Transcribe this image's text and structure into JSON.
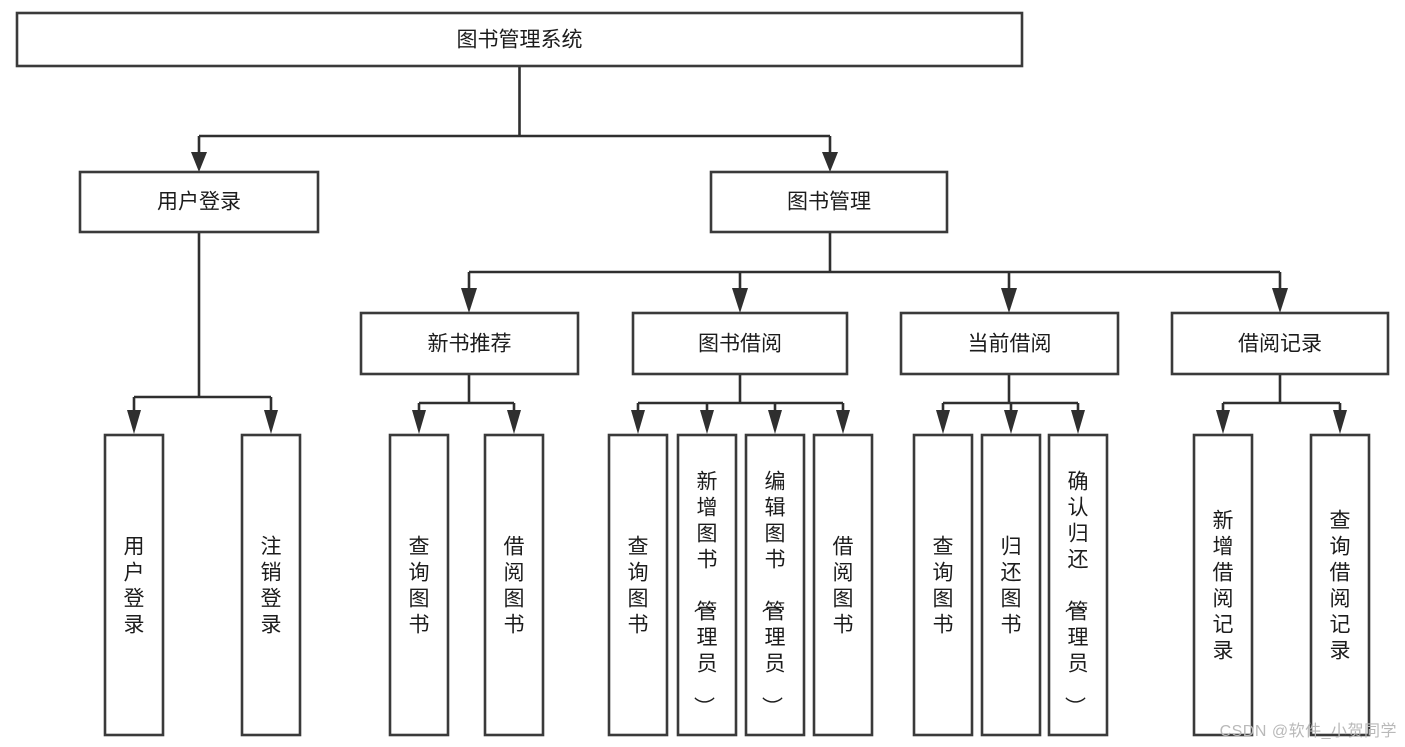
{
  "diagram": {
    "type": "tree-hierarchy-chart",
    "title": "图书管理系统",
    "orientation": "top-down",
    "colors": {
      "background": "#ffffff",
      "box_fill": "#ffffff",
      "box_stroke": "#3a3a3a",
      "connector": "#2f2f2f",
      "text": "#1c1c1c",
      "watermark": "#b9b9b9"
    },
    "levels": [
      {
        "level": 0,
        "nodes": [
          {
            "id": "root",
            "label": "图书管理系统",
            "text_orientation": "horizontal"
          }
        ]
      },
      {
        "level": 1,
        "nodes": [
          {
            "id": "login",
            "label": "用户登录",
            "text_orientation": "horizontal",
            "parent": "root"
          },
          {
            "id": "bookmgmt",
            "label": "图书管理",
            "text_orientation": "horizontal",
            "parent": "root"
          }
        ]
      },
      {
        "level": 2,
        "nodes": [
          {
            "id": "newbook",
            "label": "新书推荐",
            "text_orientation": "horizontal",
            "parent": "bookmgmt"
          },
          {
            "id": "borrow",
            "label": "图书借阅",
            "text_orientation": "horizontal",
            "parent": "bookmgmt"
          },
          {
            "id": "current",
            "label": "当前借阅",
            "text_orientation": "horizontal",
            "parent": "bookmgmt"
          },
          {
            "id": "records",
            "label": "借阅记录",
            "text_orientation": "horizontal",
            "parent": "bookmgmt"
          }
        ]
      },
      {
        "level": 3,
        "nodes": [
          {
            "id": "leaf1",
            "label": "用户登录",
            "text_orientation": "vertical",
            "parent": "login"
          },
          {
            "id": "leaf2",
            "label": "注销登录",
            "text_orientation": "vertical",
            "parent": "login"
          },
          {
            "id": "leaf3",
            "label": "查询图书",
            "text_orientation": "vertical",
            "parent": "newbook"
          },
          {
            "id": "leaf4",
            "label": "借阅图书",
            "text_orientation": "vertical",
            "parent": "newbook"
          },
          {
            "id": "leaf5",
            "label": "查询图书",
            "text_orientation": "vertical",
            "parent": "borrow"
          },
          {
            "id": "leaf6",
            "label": "新增图书（管理员）",
            "text_orientation": "vertical",
            "parent": "borrow"
          },
          {
            "id": "leaf7",
            "label": "编辑图书（管理员）",
            "text_orientation": "vertical",
            "parent": "borrow"
          },
          {
            "id": "leaf8",
            "label": "借阅图书",
            "text_orientation": "vertical",
            "parent": "borrow"
          },
          {
            "id": "leaf9",
            "label": "查询图书",
            "text_orientation": "vertical",
            "parent": "current"
          },
          {
            "id": "leaf10",
            "label": "归还图书",
            "text_orientation": "vertical",
            "parent": "current"
          },
          {
            "id": "leaf11",
            "label": "确认归还（管理员）",
            "text_orientation": "vertical",
            "parent": "current"
          },
          {
            "id": "leaf12",
            "label": "新增借阅记录",
            "text_orientation": "vertical",
            "parent": "records"
          },
          {
            "id": "leaf13",
            "label": "查询借阅记录",
            "text_orientation": "vertical",
            "parent": "records"
          }
        ]
      }
    ]
  },
  "watermark": {
    "text": "CSDN @软件_小贺同学"
  }
}
